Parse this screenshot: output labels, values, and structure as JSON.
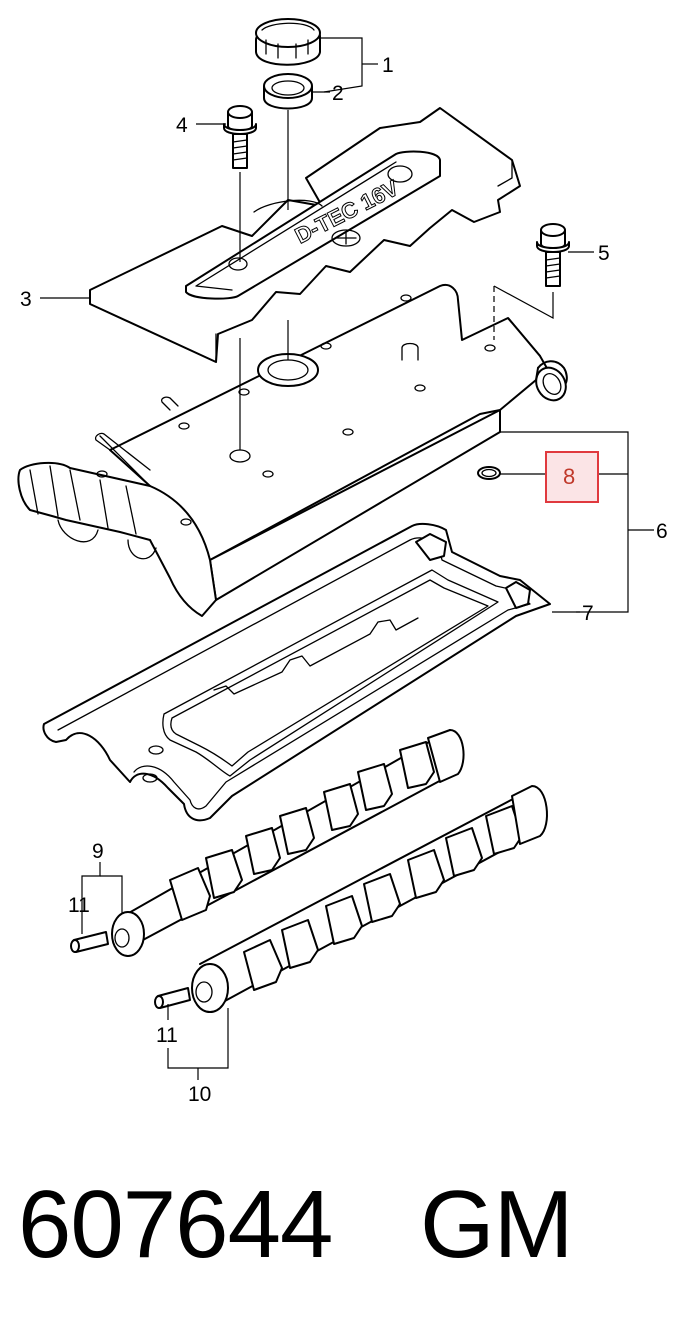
{
  "callouts": {
    "c1": "1",
    "c2": "2",
    "c3": "3",
    "c4": "4",
    "c5": "5",
    "c6": "6",
    "c7": "7",
    "c8": "8",
    "c9": "9",
    "c10": "10",
    "c11a": "11",
    "c11b": "11"
  },
  "cover_marking": "D-TEC 16V",
  "highlight_color": "#e0393e",
  "highlight_fill": "#fbe4e6",
  "part_number": "607644",
  "brand": "GM"
}
